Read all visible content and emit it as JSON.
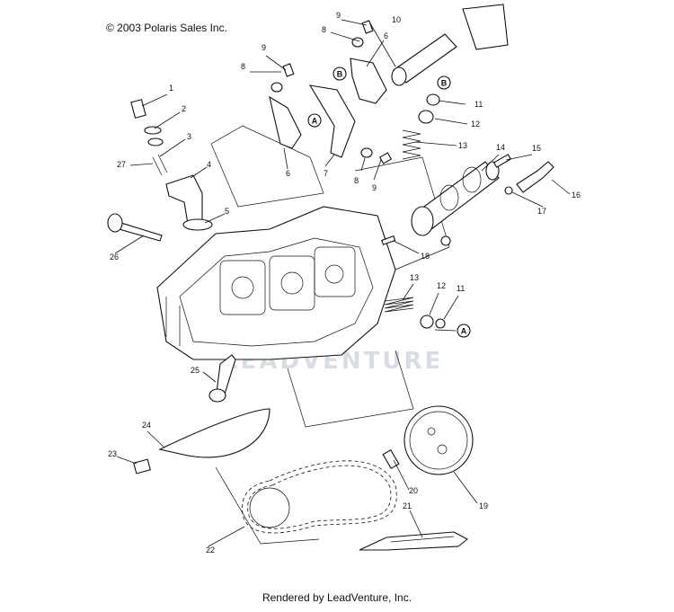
{
  "copyright": "© 2003 Polaris Sales Inc.",
  "watermark": "LEADVENTURE",
  "footer": "Rendered by LeadVenture, Inc.",
  "callout_marker": "A",
  "callouts": [
    "1",
    "2",
    "3",
    "4",
    "5",
    "6",
    "6",
    "7",
    "8",
    "8",
    "8",
    "9",
    "9",
    "9",
    "10",
    "11",
    "11",
    "12",
    "12",
    "13",
    "13",
    "14",
    "15",
    "16",
    "17",
    "18",
    "19",
    "20",
    "21",
    "22",
    "23",
    "24",
    "25",
    "26",
    "27"
  ]
}
